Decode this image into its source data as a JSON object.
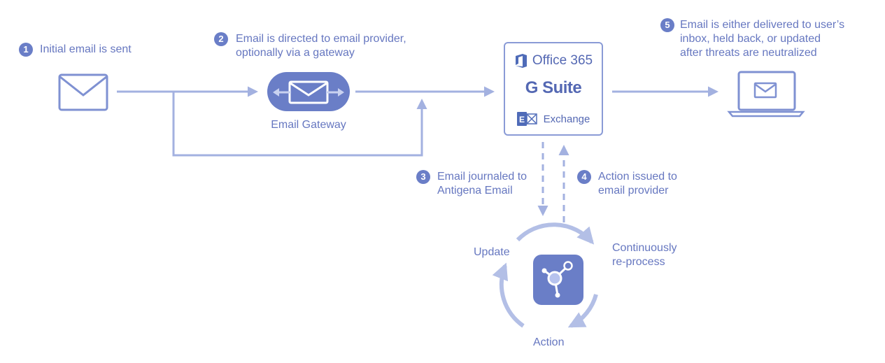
{
  "steps": [
    {
      "num": "1",
      "lines": [
        "Initial email is sent"
      ]
    },
    {
      "num": "2",
      "lines": [
        "Email is directed to email provider,",
        "optionally via a gateway"
      ]
    },
    {
      "num": "3",
      "lines": [
        "Email journaled to",
        "Antigena Email"
      ]
    },
    {
      "num": "4",
      "lines": [
        "Action issued to",
        "email provider"
      ]
    },
    {
      "num": "5",
      "lines": [
        "Email is either delivered to user’s",
        "inbox, held back, or updated",
        "after threats are neutralized"
      ]
    }
  ],
  "gateway": {
    "label": "Email Gateway"
  },
  "provider": {
    "office": "Office 365",
    "gsuite": "G Suite",
    "exchange": "Exchange"
  },
  "cycle": {
    "update": "Update",
    "continuous": [
      "Continuously",
      "re-process"
    ],
    "action": "Action"
  },
  "colors": {
    "primary": "#6a7ec7",
    "line": "#a3b1e0",
    "dark": "#5468b3",
    "exchange_icon": "#4f6bb8"
  }
}
